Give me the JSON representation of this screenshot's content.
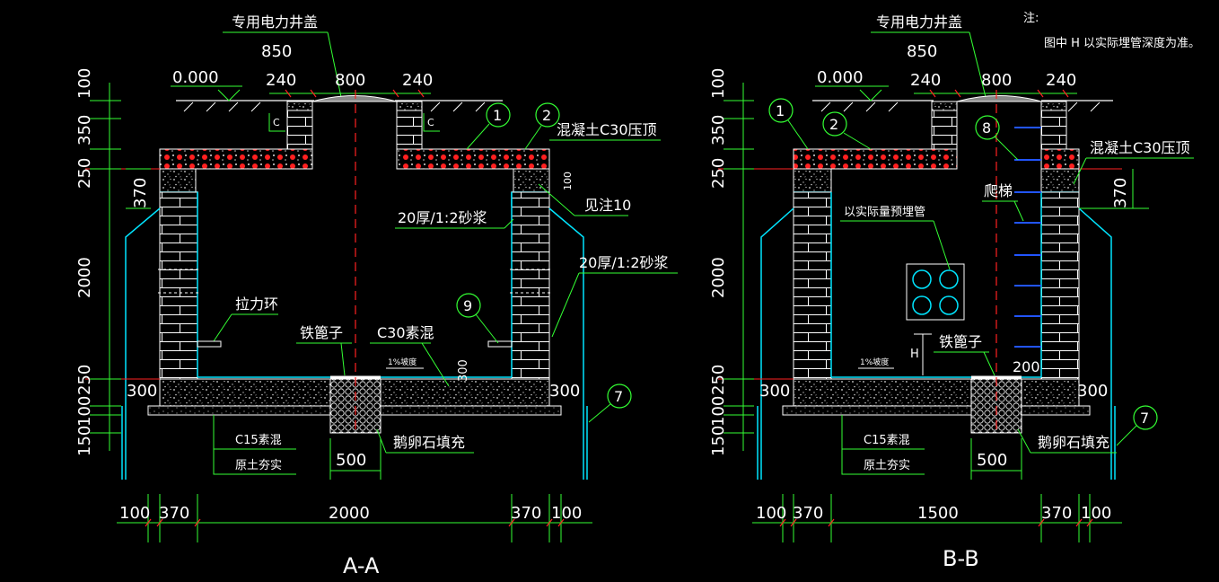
{
  "colors": {
    "background": "#000000",
    "cyan": "#00e5ff",
    "green": "#33ff33",
    "red": "#ff2222",
    "white": "#ffffff",
    "gray": "#c8c8c8"
  },
  "note": {
    "heading": "注:",
    "text": "图中 H 以实际埋管深度为准。"
  },
  "sectionA": {
    "title": "A-A",
    "cover_label": "专用电力井盖",
    "cover_width": "850",
    "ground_level": "0.000",
    "top_dims": [
      "240",
      "800",
      "240"
    ],
    "concrete_top": "混凝土C30压顶",
    "see_note": "见注10",
    "mortar_inner": "20厚/1:2砂浆",
    "mortar_outer": "20厚/1:2砂浆",
    "pull_ring": "拉力环",
    "iron_grate": "铁篦子",
    "c30_plain": "C30素混",
    "slope": "1%坡度",
    "dim_300_inner": "300",
    "dim_100_right": "100",
    "c15": "C15素混",
    "compact": "原土夯实",
    "cobble": "鹅卵石填充",
    "dim_500": "500",
    "side_300_left": "300",
    "side_300_right": "300",
    "small_c": "C",
    "left_dims": [
      "100",
      "350",
      "250",
      "370",
      "2000",
      "250",
      "100",
      "150"
    ],
    "bottom_dims": [
      "100",
      "370",
      "2000",
      "370",
      "100"
    ],
    "markers": [
      "1",
      "2",
      "9",
      "7"
    ]
  },
  "sectionB": {
    "title": "B-B",
    "cover_label": "专用电力井盖",
    "cover_width": "850",
    "ground_level": "0.000",
    "top_dims": [
      "240",
      "800",
      "240"
    ],
    "concrete_top": "混凝土C30压顶",
    "ladder": "爬梯",
    "pipe_note": "以实际量预埋管",
    "h_label": "H",
    "iron_grate": "铁篦子",
    "slope": "1%坡度",
    "dim_200": "200",
    "c15": "C15素混",
    "compact": "原土夯实",
    "cobble": "鹅卵石填充",
    "dim_500": "500",
    "dim_370_right": "370",
    "side_300_left": "300",
    "side_300_right": "300",
    "left_dims": [
      "100",
      "350",
      "250",
      "2000",
      "250",
      "100",
      "150"
    ],
    "bottom_dims": [
      "100",
      "370",
      "1500",
      "370",
      "100"
    ],
    "markers": [
      "1",
      "2",
      "8",
      "7"
    ]
  }
}
